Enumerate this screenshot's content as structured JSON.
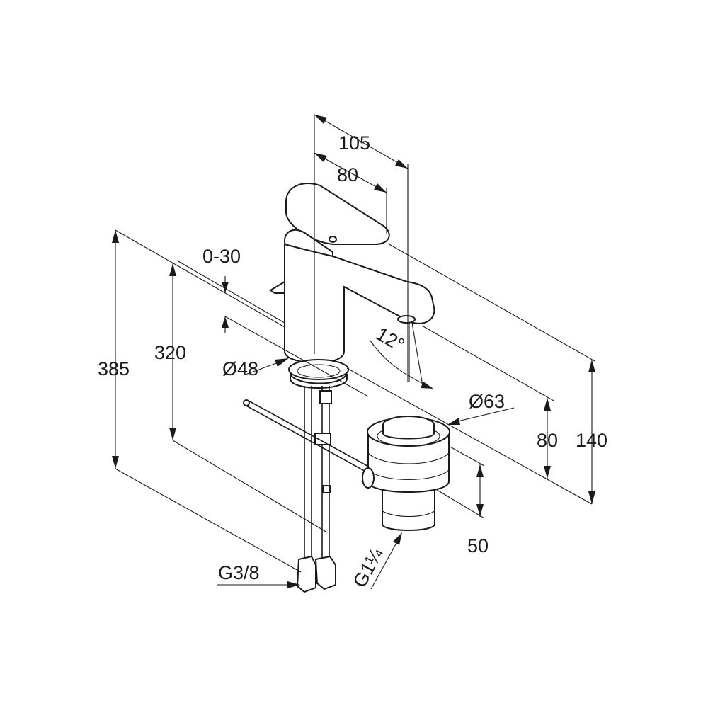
{
  "dimensions": {
    "width_total": "105",
    "width_spout": "80",
    "height_total": "385",
    "height_supply": "320",
    "plate_thickness": "0-30",
    "base_diameter": "Ø48",
    "spout_angle": "12°",
    "waste_diameter": "Ø63",
    "spout_height": "80",
    "body_height": "140",
    "waste_height": "50",
    "supply_thread": "G3/8",
    "waste_thread": "G1¼"
  }
}
